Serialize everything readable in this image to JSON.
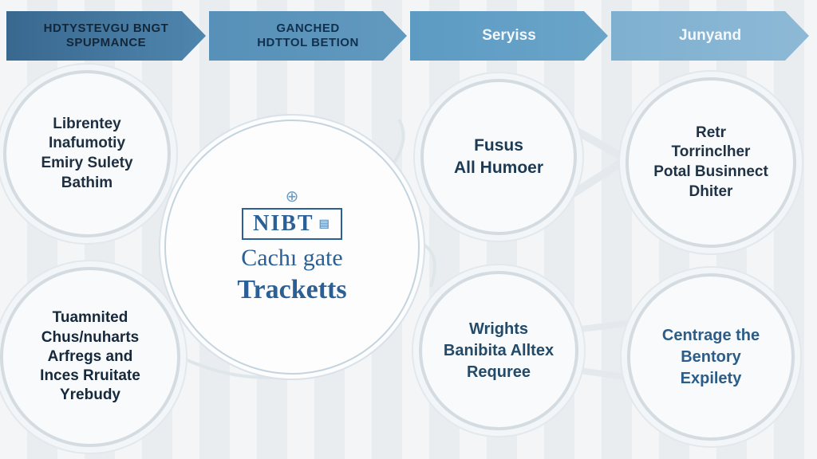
{
  "colors": {
    "banner1": "#39688f",
    "banner2": "#5790b8",
    "banner3": "#5d9bc3",
    "banner4": "#7fb0d0",
    "banner_dark_text": "#13273a",
    "banner_light_text": "#f2f7fa",
    "center_text": "#2a6095",
    "circle_ring": "#d4dce1",
    "dark_circle_text": "#1d2f40",
    "blue_circle_text": "#2b5d88"
  },
  "banners": [
    {
      "label": "HDTYSTEVGU BNGT\nSPUPMANCE"
    },
    {
      "label": "GANCHED\nHDTTOL BETION"
    },
    {
      "label": "Seryiss"
    },
    {
      "label": "Junyand"
    }
  ],
  "center": {
    "icon": "⊕",
    "badge": "NIBT",
    "badge_suffix": "▤",
    "line1": "Cachı gate",
    "line2": "Tracketts"
  },
  "circles": [
    {
      "id": "top-left",
      "text": "Librentey\nInafumotiy\nEmiry Sulety\nBathim"
    },
    {
      "id": "bottom-left",
      "text": "Tuamnited\nChus/nuharts\nArfregs and\nInces Rruitate\nYrebudy"
    },
    {
      "id": "top-mid",
      "text": "Fusus\nAll Humoer"
    },
    {
      "id": "top-right",
      "text": "Retr\nTorrinclher\nPotal Businnect\nDhiter"
    },
    {
      "id": "bottom-mid",
      "text": "Wrights\nBanibita Alltex\nRequree"
    },
    {
      "id": "bottom-right",
      "text": "Centrage the\nBentory\nExpilety"
    }
  ]
}
